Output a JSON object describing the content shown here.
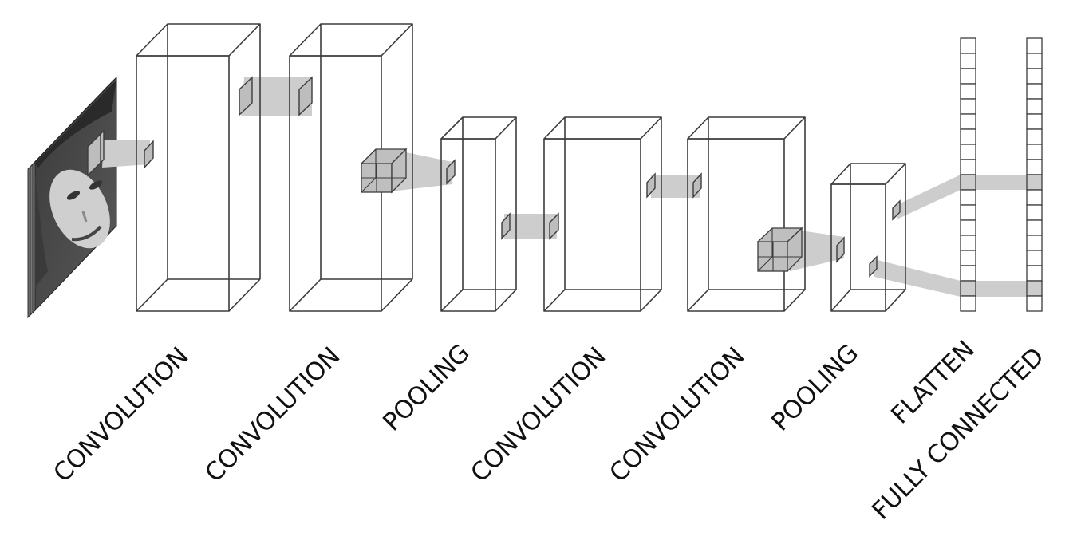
{
  "diagram": {
    "type": "cnn-architecture",
    "input_image": "grayscale-face-photo-stack",
    "layers": [
      {
        "id": "conv1",
        "label": "CONVOLUTION"
      },
      {
        "id": "conv2",
        "label": "CONVOLUTION"
      },
      {
        "id": "pool1",
        "label": "POOLING"
      },
      {
        "id": "conv3",
        "label": "CONVOLUTION"
      },
      {
        "id": "conv4",
        "label": "CONVOLUTION"
      },
      {
        "id": "pool2",
        "label": "POOLING"
      },
      {
        "id": "flatten",
        "label": "FLATTEN"
      },
      {
        "id": "fc",
        "label": "FULLY CONNECTED"
      }
    ],
    "colors": {
      "edge": "#3c3c3c",
      "connector": "#cdcdcd",
      "patch": "#bdbdbd"
    }
  }
}
